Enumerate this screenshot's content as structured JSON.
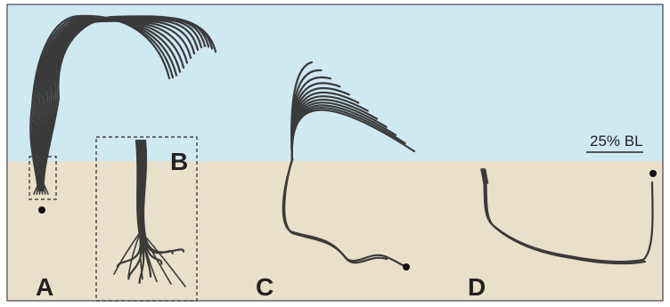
{
  "panels": [
    {
      "label": "A"
    },
    {
      "label": "B"
    },
    {
      "label": "C"
    },
    {
      "label": "D"
    }
  ],
  "scale_bar": {
    "label": "25% BL"
  },
  "colors": {
    "water": "#cfe9f3",
    "substrate": "#e9e0c9",
    "strand": "#3a3a3a",
    "border": "#444444"
  }
}
